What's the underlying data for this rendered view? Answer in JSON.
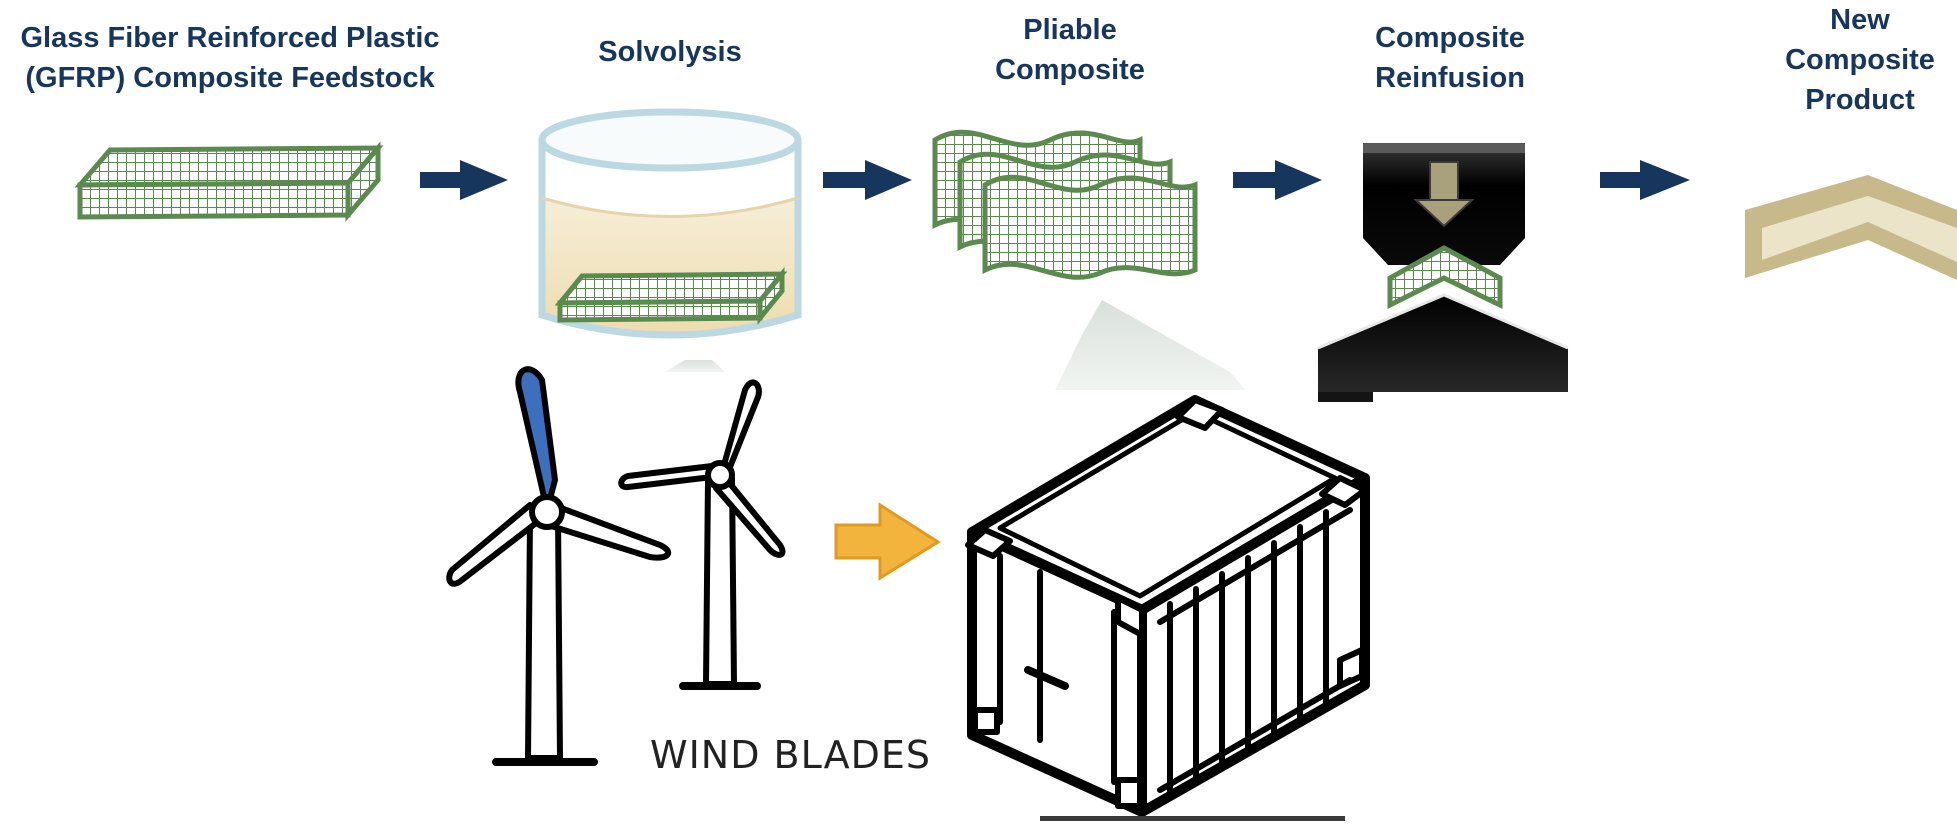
{
  "steps": [
    {
      "label": "Glass Fiber Reinforced Plastic\n(GFRP) Composite Feedstock"
    },
    {
      "label": "Solvolysis"
    },
    {
      "label": "Pliable\nComposite"
    },
    {
      "label": "Composite\nReinfusion"
    },
    {
      "label": "New\nComposite\nProduct"
    }
  ],
  "caption": {
    "wind_blades": "WIND BLADES"
  },
  "colors": {
    "mesh_green": "#5a8a4e",
    "process_arrow": "#17365d",
    "feed_arrow": "#f2b43c",
    "blade_blue": "#3d6fbf",
    "product_tan": "#c8b98a",
    "label_navy": "#17365d"
  },
  "icons": [
    "gfrp-panel-icon",
    "solvolysis-beaker-icon",
    "pliable-composite-icon",
    "reinfusion-press-icon",
    "composite-product-icon",
    "wind-turbine-icon",
    "shipping-container-icon"
  ]
}
